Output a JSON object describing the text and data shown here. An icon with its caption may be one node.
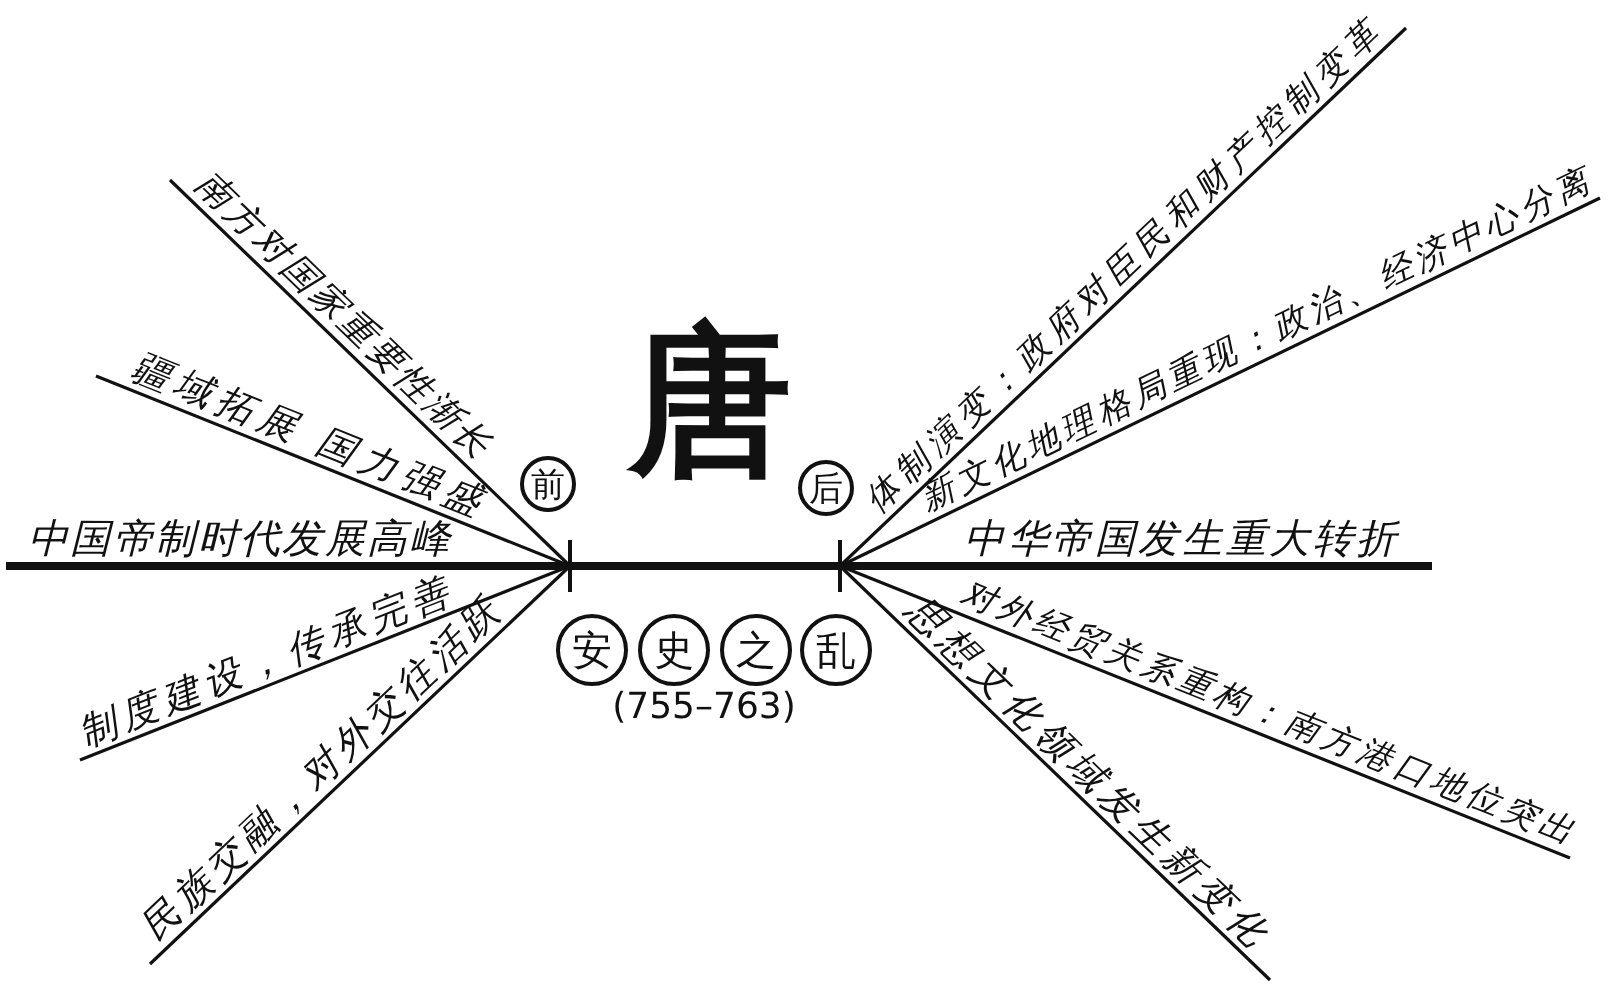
{
  "diagram": {
    "title": "唐",
    "nodes": [
      {
        "text": [
          "前"
        ]
      },
      {
        "text": [
          "后"
        ]
      },
      {
        "text": [
          "安"
        ]
      },
      {
        "text": [
          "史"
        ]
      },
      {
        "text": [
          "之"
        ]
      },
      {
        "text": [
          "乱"
        ]
      }
    ],
    "labels": [
      "南方对国家重要性渐长",
      "疆域拓展 国力强盛",
      "中国帝制时代发展高峰",
      "制度建设，传承完善",
      "民族交融，对外交往活跃",
      "体制演变：政府对臣民和财产控制变革",
      "新文化地理格局重现：政治、经济中心分离",
      "中华帝国发生重大转折",
      "对外经贸关系重构：南方港口地位突出",
      "思想文化领域发生新变化",
      "(755–763)"
    ]
  }
}
